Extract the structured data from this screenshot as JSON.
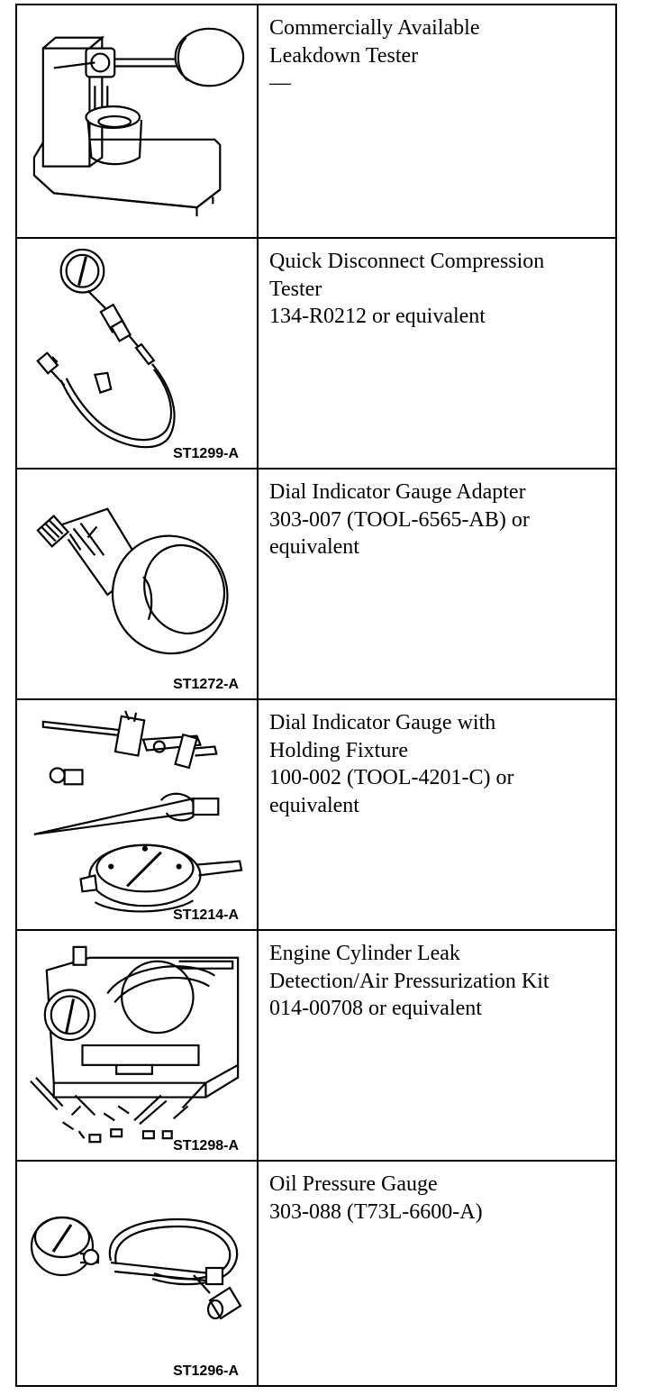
{
  "tools": [
    {
      "lines": [
        "Commercially Available",
        "Leakdown Tester",
        "—"
      ],
      "code": "",
      "illustration": "leakdown-tester-icon"
    },
    {
      "lines": [
        "Quick Disconnect Compression",
        "Tester",
        "134-R0212 or equivalent"
      ],
      "code": "ST1299-A",
      "illustration": "compression-tester-icon"
    },
    {
      "lines": [
        "Dial Indicator Gauge Adapter",
        "303-007 (TOOL-6565-AB) or",
        "equivalent"
      ],
      "code": "ST1272-A",
      "illustration": "gauge-adapter-icon"
    },
    {
      "lines": [
        "Dial Indicator Gauge with",
        "Holding Fixture",
        "100-002 (TOOL-4201-C) or",
        "equivalent"
      ],
      "code": "ST1214-A",
      "illustration": "dial-indicator-icon"
    },
    {
      "lines": [
        "Engine Cylinder Leak",
        "Detection/Air Pressurization Kit",
        "014-00708 or equivalent"
      ],
      "code": "ST1298-A",
      "illustration": "leak-detection-kit-icon"
    },
    {
      "lines": [
        "Oil Pressure Gauge",
        "303-088 (T73L-6600-A)"
      ],
      "code": "ST1296-A",
      "illustration": "oil-pressure-gauge-icon"
    }
  ]
}
